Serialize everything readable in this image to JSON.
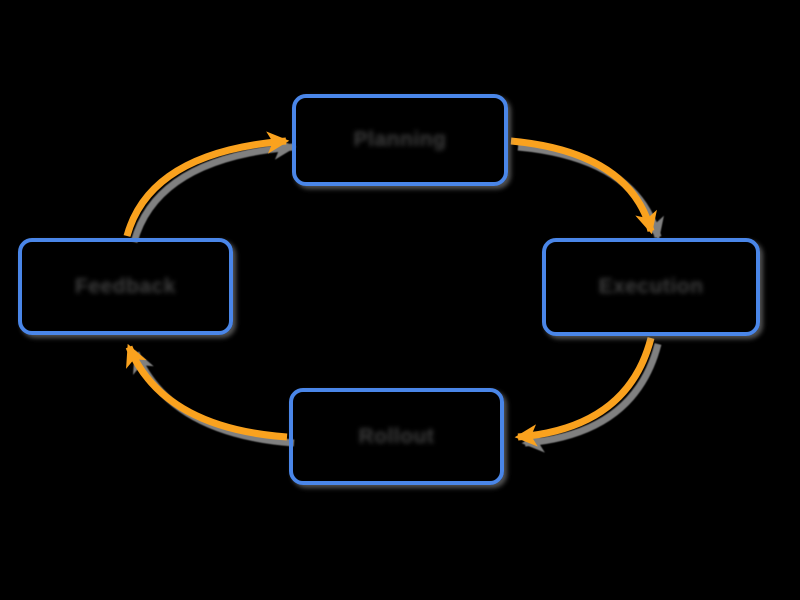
{
  "diagram": {
    "type": "cycle-flowchart",
    "direction": "clockwise",
    "background_color": "#000000",
    "node_border_color": "#4a86e8",
    "node_fill": "transparent",
    "node_text_color": "#3f3f3f",
    "arrow_color": "#faa21e",
    "shadow_color": "#9e9e9e",
    "nodes": [
      {
        "id": "top",
        "label": "Planning"
      },
      {
        "id": "right",
        "label": "Execution"
      },
      {
        "id": "bottom",
        "label": "Rollout"
      },
      {
        "id": "left",
        "label": "Feedback"
      }
    ],
    "edges": [
      {
        "from": "left",
        "to": "top"
      },
      {
        "from": "top",
        "to": "right"
      },
      {
        "from": "right",
        "to": "bottom"
      },
      {
        "from": "bottom",
        "to": "left"
      }
    ]
  }
}
